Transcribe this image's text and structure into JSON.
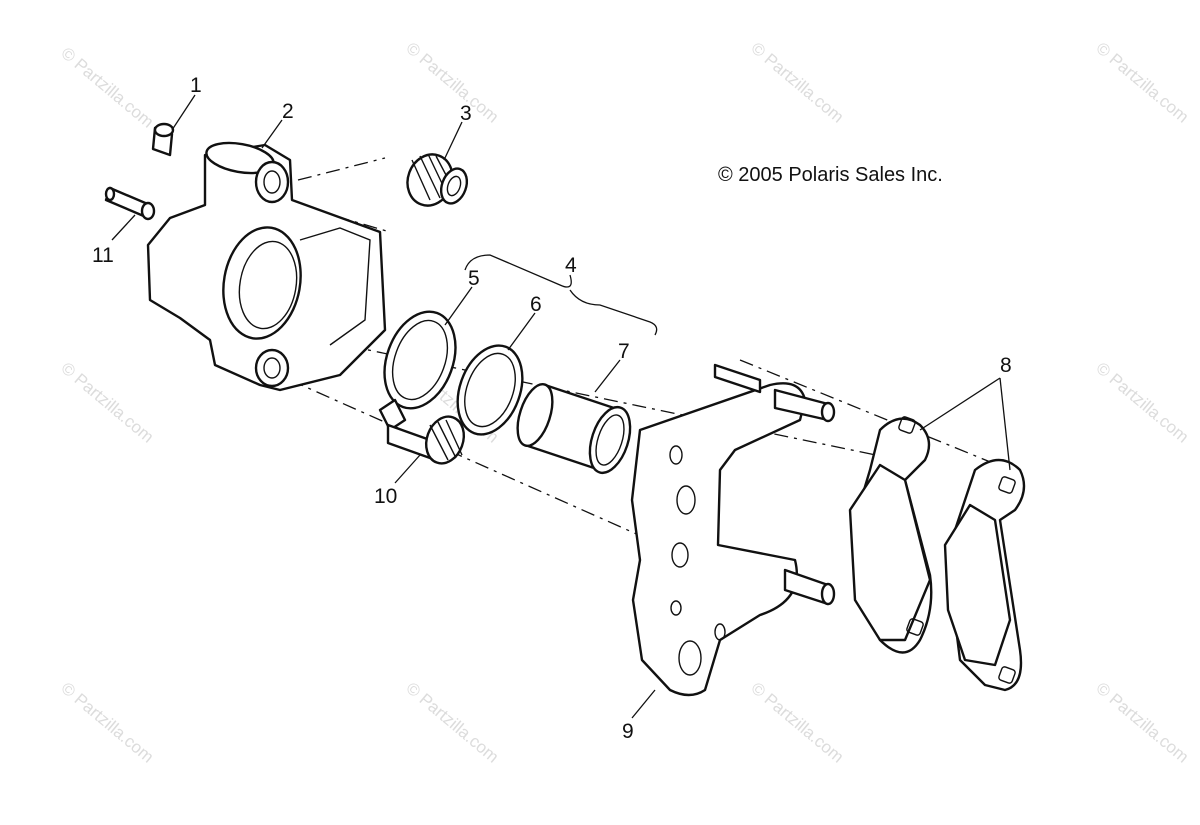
{
  "copyright": "© 2005 Polaris Sales Inc.",
  "watermark": "© Partzilla.com",
  "callouts": [
    {
      "id": "1",
      "label": "1"
    },
    {
      "id": "2",
      "label": "2"
    },
    {
      "id": "3",
      "label": "3"
    },
    {
      "id": "4",
      "label": "4"
    },
    {
      "id": "5",
      "label": "5"
    },
    {
      "id": "6",
      "label": "6"
    },
    {
      "id": "7",
      "label": "7"
    },
    {
      "id": "8",
      "label": "8"
    },
    {
      "id": "9",
      "label": "9"
    },
    {
      "id": "10",
      "label": "10"
    },
    {
      "id": "11",
      "label": "11"
    }
  ]
}
